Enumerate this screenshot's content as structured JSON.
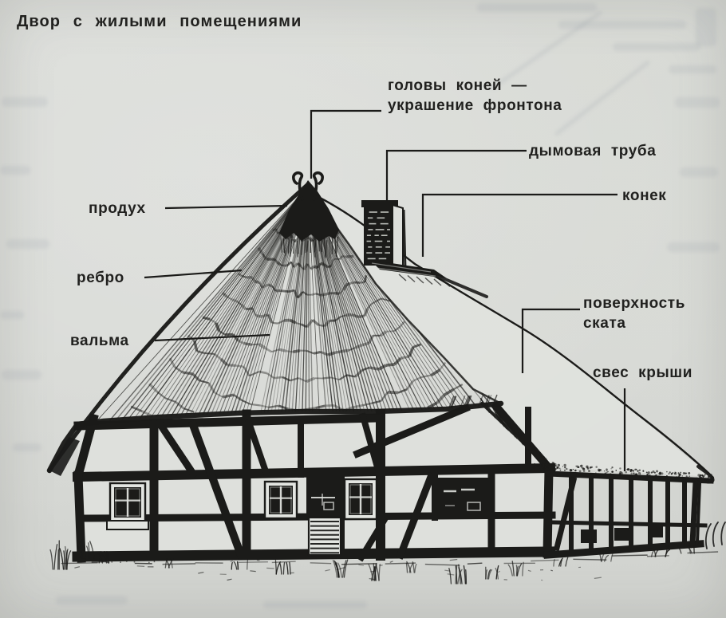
{
  "title": "Двор с жилыми помещениями",
  "colors": {
    "paper": "#d8dad6",
    "ink": "#1b1b19",
    "panel": "#dee0dc"
  },
  "labels": {
    "vent": "продух",
    "hip_edge": "ребро",
    "hip": "вальма",
    "gable_decoration_line1": "головы коней —",
    "gable_decoration_line2": "украшение фронтона",
    "chimney": "дымовая труба",
    "ridge": "конек",
    "slope_line1": "поверхность",
    "slope_line2": "ската",
    "eaves_overhang": "свес крыши"
  }
}
